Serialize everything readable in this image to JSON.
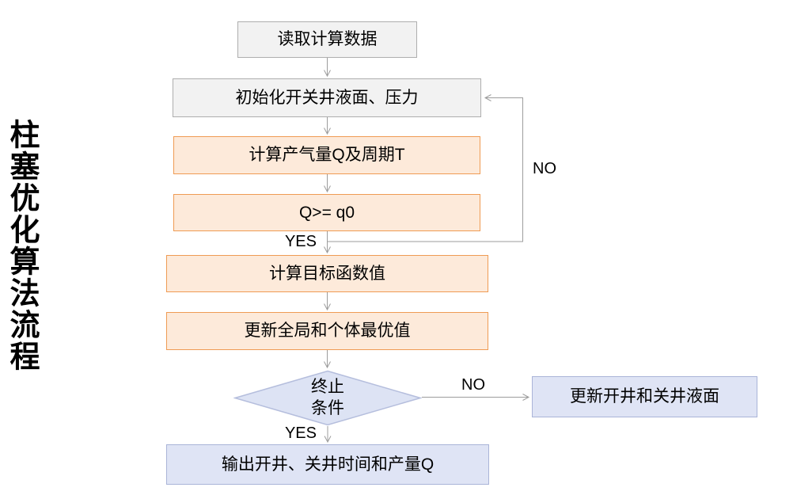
{
  "title": "柱塞优化算法流程",
  "flowchart": {
    "nodes": [
      {
        "id": "read-data",
        "label": "读取计算数据",
        "type": "process",
        "style": "gray"
      },
      {
        "id": "initialize",
        "label": "初始化开关井液面、压力",
        "type": "process",
        "style": "gray"
      },
      {
        "id": "calc-q-t",
        "label": "计算产气量Q及周期T",
        "type": "process",
        "style": "orange"
      },
      {
        "id": "q-threshold",
        "label": "Q>= q0",
        "type": "process",
        "style": "orange"
      },
      {
        "id": "objective-value",
        "label": "计算目标函数值",
        "type": "process",
        "style": "orange"
      },
      {
        "id": "update-best",
        "label": "更新全局和个体最优值",
        "type": "process",
        "style": "orange"
      },
      {
        "id": "termination",
        "line1": "终止",
        "line2": "条件",
        "type": "decision",
        "style": "blue"
      },
      {
        "id": "output-result",
        "label": "输出开井、关井时间和产量Q",
        "type": "process",
        "style": "blue"
      },
      {
        "id": "update-levels",
        "label": "更新开井和关井液面",
        "type": "process",
        "style": "blue"
      }
    ],
    "edges": [
      {
        "from": "read-data",
        "to": "initialize",
        "label": ""
      },
      {
        "from": "initialize",
        "to": "calc-q-t",
        "label": ""
      },
      {
        "from": "calc-q-t",
        "to": "q-threshold",
        "label": ""
      },
      {
        "from": "q-threshold",
        "to": "objective-value",
        "label": "YES"
      },
      {
        "from": "q-threshold",
        "to": "initialize",
        "label": "NO"
      },
      {
        "from": "objective-value",
        "to": "update-best",
        "label": ""
      },
      {
        "from": "update-best",
        "to": "termination",
        "label": ""
      },
      {
        "from": "termination",
        "to": "output-result",
        "label": "YES"
      },
      {
        "from": "termination",
        "to": "update-levels",
        "label": "NO"
      }
    ],
    "edge_labels": {
      "yes1": "YES",
      "no_loop": "NO",
      "no_decision": "NO",
      "yes2": "YES"
    }
  },
  "colors": {
    "gray_fill": "#f2f2f2",
    "gray_border": "#aeaeae",
    "orange_fill": "#fdeada",
    "orange_border": "#ef9b54",
    "blue_fill": "#dfe4f5",
    "blue_border": "#aab4d8",
    "connector": "#9d9d9d",
    "text": "#000000",
    "background": "#ffffff"
  }
}
